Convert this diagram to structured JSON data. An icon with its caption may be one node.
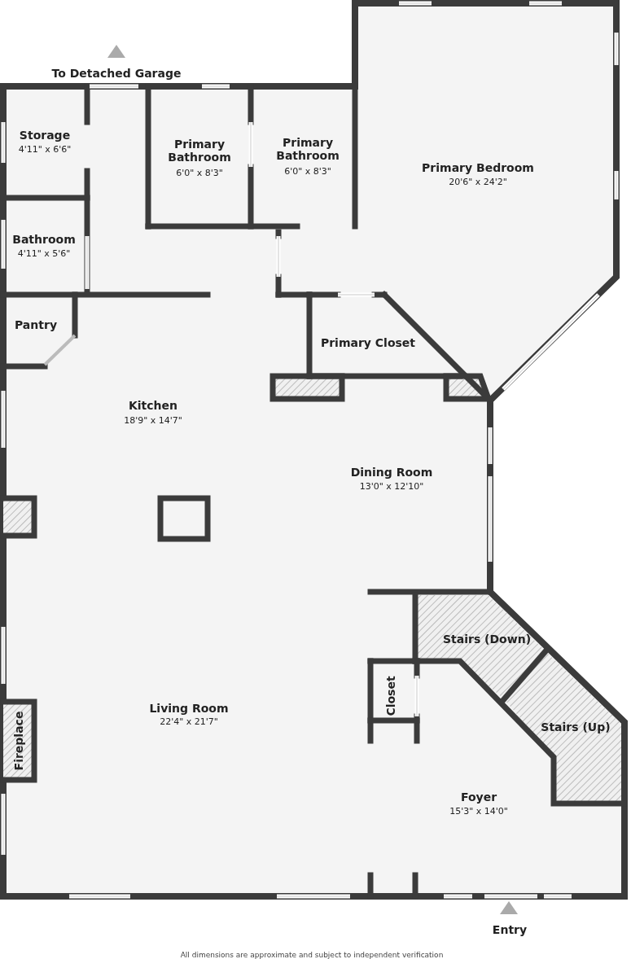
{
  "diagram": {
    "labels": [
      "To Detached Garage",
      "Storage",
      "4'11\" x 6'6\"",
      "Primary Bathroom",
      "6'0\" x 8'3\"",
      "Primary Bathroom",
      "6'0\" x 8'3\"",
      "Primary Bedroom",
      "20'6\" x 24'2\"",
      "Bathroom",
      "4'11\" x 5'6\"",
      "Pantry",
      "Primary Closet",
      "Kitchen",
      "18'9\" x 14'7\"",
      "Dining Room",
      "13'0\" x 12'10\"",
      "Stairs (Down)",
      "Closet",
      "Living Room",
      "22'4\" x 21'7\"",
      "Stairs (Up)",
      "Fireplace",
      "Foyer",
      "15'3\" x 14'0\"",
      "Entry",
      "All dimensions are approximate and subject to independent verification"
    ]
  }
}
